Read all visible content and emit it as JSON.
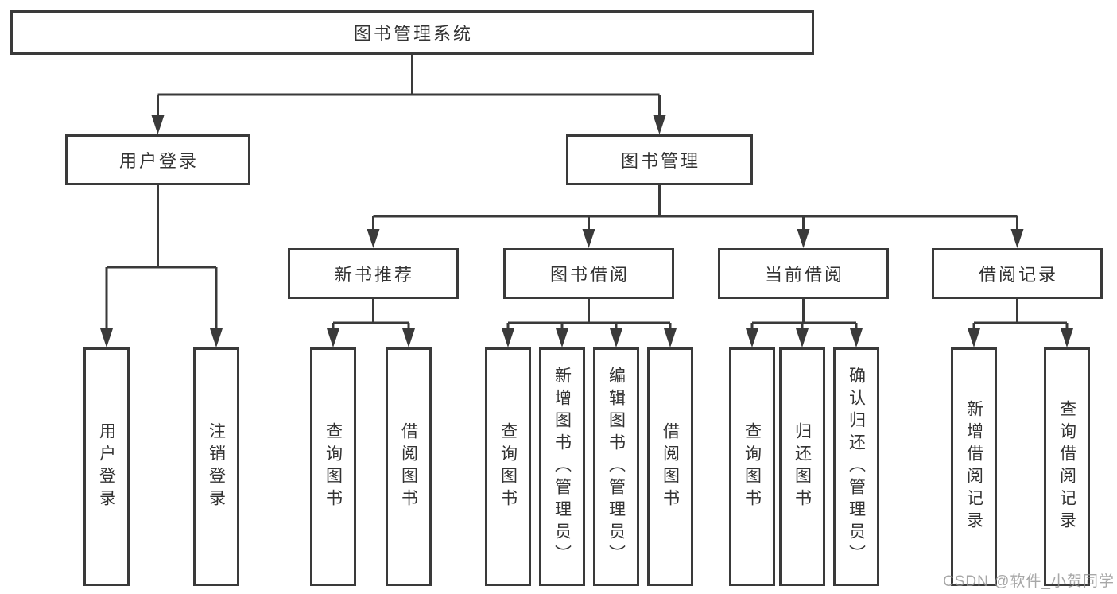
{
  "diagram": {
    "title_node": {
      "label": "图书管理系统"
    },
    "level1": [
      {
        "id": "user-login",
        "label": "用户登录"
      },
      {
        "id": "book-management",
        "label": "图书管理"
      }
    ],
    "level2": [
      {
        "id": "new-book-recommend",
        "label": "新书推荐"
      },
      {
        "id": "book-borrow",
        "label": "图书借阅"
      },
      {
        "id": "current-borrow",
        "label": "当前借阅"
      },
      {
        "id": "borrow-record",
        "label": "借阅记录"
      }
    ],
    "leaves": [
      {
        "id": "user-login-leaf",
        "parent": "user-login",
        "label": "用户登录"
      },
      {
        "id": "logout",
        "parent": "user-login",
        "label": "注销登录"
      },
      {
        "id": "query-book-1",
        "parent": "new-book-recommend",
        "label": "查询图书"
      },
      {
        "id": "borrow-book-1",
        "parent": "new-book-recommend",
        "label": "借阅图书"
      },
      {
        "id": "query-book-2",
        "parent": "book-borrow",
        "label": "查询图书"
      },
      {
        "id": "add-book-admin",
        "parent": "book-borrow",
        "label": "新增图书（管理员）"
      },
      {
        "id": "edit-book-admin",
        "parent": "book-borrow",
        "label": "编辑图书（管理员）"
      },
      {
        "id": "borrow-book-2",
        "parent": "book-borrow",
        "label": "借阅图书"
      },
      {
        "id": "query-book-3",
        "parent": "current-borrow",
        "label": "查询图书"
      },
      {
        "id": "return-book",
        "parent": "current-borrow",
        "label": "归还图书"
      },
      {
        "id": "confirm-return-admin",
        "parent": "current-borrow",
        "label": "确认归还（管理员）"
      },
      {
        "id": "add-borrow-record",
        "parent": "borrow-record",
        "label": "新增借阅记录"
      },
      {
        "id": "query-borrow-record",
        "parent": "borrow-record",
        "label": "查询借阅记录"
      }
    ],
    "colors": {
      "line": "#3a3a3a",
      "text": "#333333",
      "background": "#ffffff",
      "watermark": "#919191"
    }
  },
  "watermark": {
    "text": "CSDN @软件_小贺同学"
  }
}
